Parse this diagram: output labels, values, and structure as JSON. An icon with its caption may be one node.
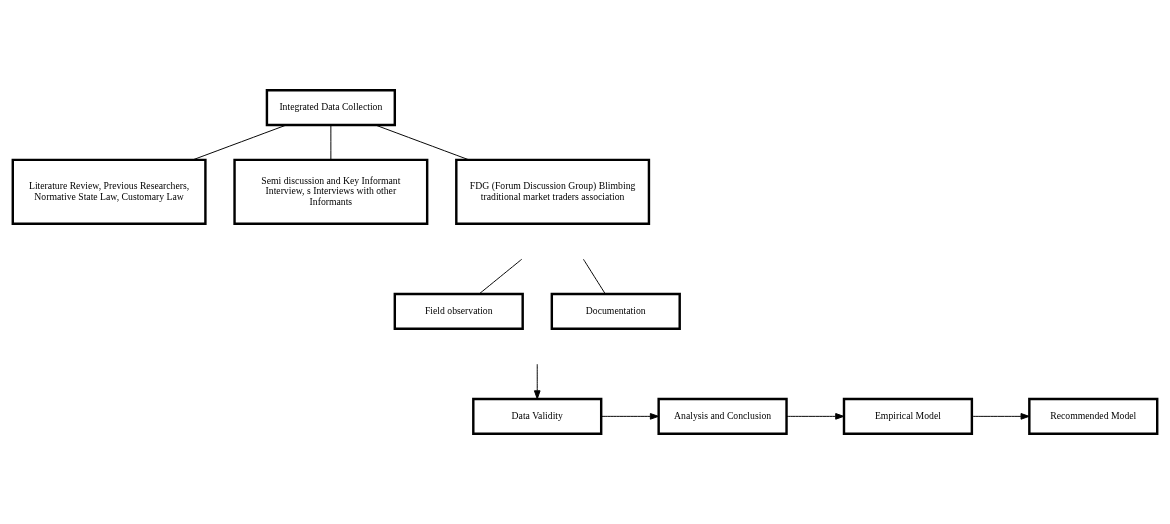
{
  "diagram": {
    "nodes": [
      {
        "text": [
          "Integrated Data Collection"
        ]
      },
      {
        "text": [
          "Literature Review, Previous Researchers, Normative State Law, Customary Law"
        ]
      },
      {
        "text": [
          "Semi discussion and Key Informant Interview, s Interviews with other Informants"
        ]
      },
      {
        "text": [
          "FDG (Forum Discussion Group) Blimbing traditional market traders association"
        ]
      },
      {
        "text": [
          "Field observation"
        ]
      },
      {
        "text": [
          "Documentation"
        ]
      },
      {
        "text": [
          "Data Validity"
        ]
      },
      {
        "text": [
          "Analysis and Conclusion"
        ]
      },
      {
        "text": [
          "Empirical Model"
        ]
      },
      {
        "text": [
          "Recommended Model"
        ]
      }
    ],
    "edges": [
      {
        "from": 0,
        "to": 1,
        "arrow": "none"
      },
      {
        "from": 0,
        "to": 2,
        "arrow": "none"
      },
      {
        "from": 0,
        "to": 3,
        "arrow": "none"
      },
      {
        "from": null,
        "to": 4,
        "arrow": "none"
      },
      {
        "from": null,
        "to": 5,
        "arrow": "none"
      },
      {
        "from": null,
        "to": 6,
        "arrow": "to"
      },
      {
        "from": 6,
        "to": 7,
        "arrow": "to"
      },
      {
        "from": 7,
        "to": 8,
        "arrow": "to"
      },
      {
        "from": 8,
        "to": 9,
        "arrow": "to"
      }
    ]
  }
}
